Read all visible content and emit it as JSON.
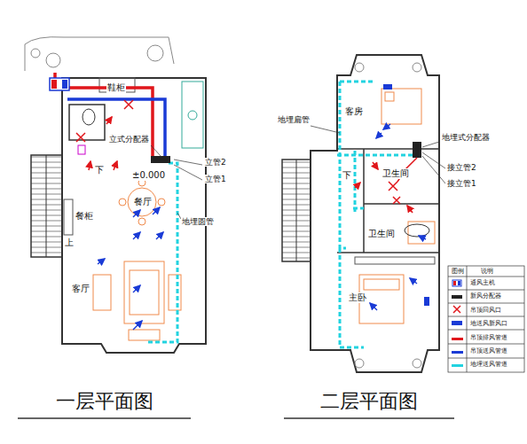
{
  "diagram": {
    "nodes": [
      {
        "text": [
          "一层平面图"
        ]
      },
      {
        "text": [
          "二层平面图"
        ]
      }
    ],
    "labels": [
      "鞋柜",
      "立式分配器",
      "立管2",
      "立管1",
      "下",
      "±0.000",
      "餐厅",
      "餐柜",
      "上",
      "客厅",
      "地埋圆管",
      "客房",
      "地埋扁管",
      "地埋式分配器",
      "接立管2",
      "卫生间",
      "下",
      "接立管1",
      "卫生间",
      "主卧",
      "图例",
      "说明"
    ],
    "legend": [
      {
        "text": "通风主机"
      },
      {
        "text": "新风分配器"
      },
      {
        "text": "吊顶回风口"
      },
      {
        "text": "地送风新风口"
      },
      {
        "text": "吊顶排风管道",
        "color": "#e0161b"
      },
      {
        "text": "吊顶送风管道",
        "color": "#1a3bd6"
      },
      {
        "text": "地埋送风管道",
        "color": "#22d3e0"
      }
    ]
  }
}
